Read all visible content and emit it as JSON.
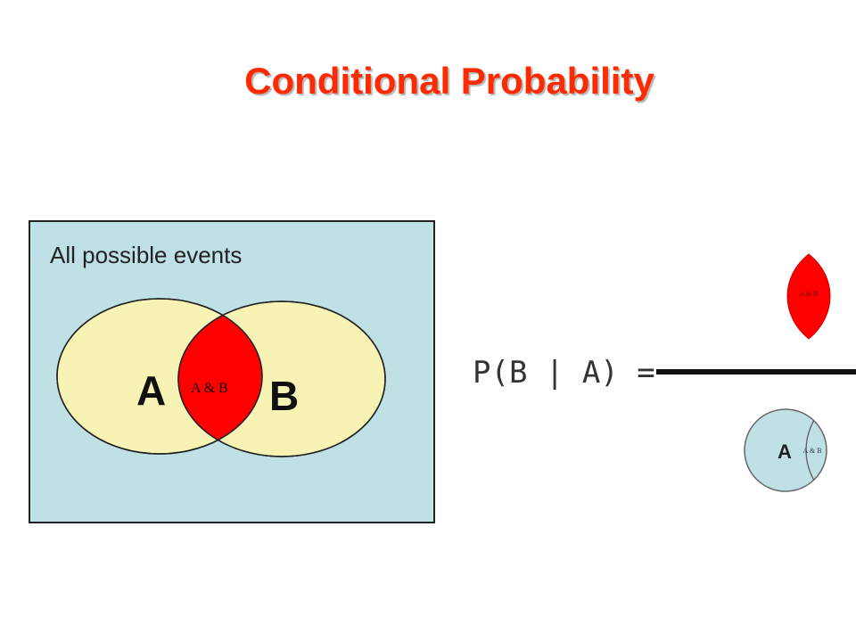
{
  "title": "Conditional Probability",
  "venn": {
    "caption": "All possible events",
    "set_a_label": "A",
    "set_b_label": "B",
    "intersection_label": "A & B"
  },
  "formula": {
    "lhs": "P(B | A) =",
    "numerator_label": "A & B",
    "denominator_set_label": "A",
    "denominator_intersection_label": "A & B"
  },
  "colors": {
    "title": "#ff2a00",
    "universe_fill": "#bfe1e6",
    "circle_fill": "#f7f3b4",
    "intersection_fill": "#ff0000",
    "denominator_fill": "#bfe1e6",
    "stroke": "#222222"
  }
}
